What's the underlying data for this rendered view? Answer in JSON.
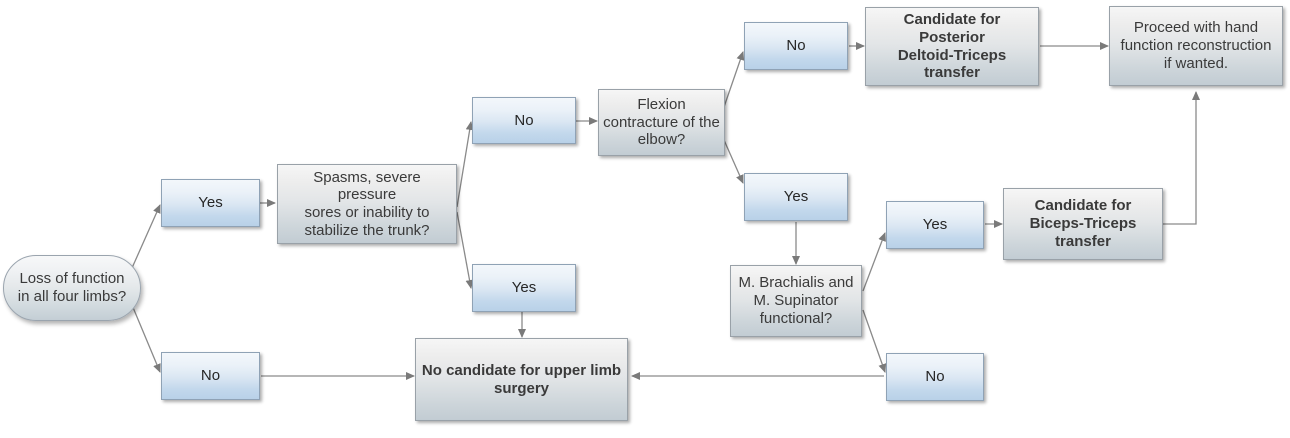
{
  "diagram": {
    "title": "Upper limb surgery candidacy decision flowchart",
    "background": "#ffffff",
    "edge_color": "#808080",
    "accent_blue": "#b9d1e8",
    "accent_grey": "#c2ccd3"
  },
  "nodes": {
    "start": {
      "label": "Loss of function\nin all four limbs?"
    },
    "yes_limbs": {
      "label": "Yes"
    },
    "no_limbs": {
      "label": "No"
    },
    "spasms": {
      "label": "Spasms, severe pressure\nsores or inability to\nstabilize the trunk?"
    },
    "no_spasms": {
      "label": "No"
    },
    "yes_spasms": {
      "label": "Yes"
    },
    "flexion": {
      "label": "Flexion\ncontracture of the\nelbow?"
    },
    "no_flexion": {
      "label": "No"
    },
    "yes_flexion": {
      "label": "Yes"
    },
    "posterior_deltoid": {
      "label": "Candidate for Posterior\nDeltoid-Triceps\ntransfer"
    },
    "proceed_hand": {
      "label": "Proceed with hand\nfunction reconstruction\nif wanted."
    },
    "brachialis": {
      "label": "M. Brachialis and\nM. Supinator\nfunctional?"
    },
    "yes_brachialis": {
      "label": "Yes"
    },
    "no_brachialis": {
      "label": "No"
    },
    "biceps_triceps": {
      "label": "Candidate for\nBiceps-Triceps\ntransfer"
    },
    "no_candidate": {
      "label": "No candidate for upper limb\nsurgery"
    }
  }
}
